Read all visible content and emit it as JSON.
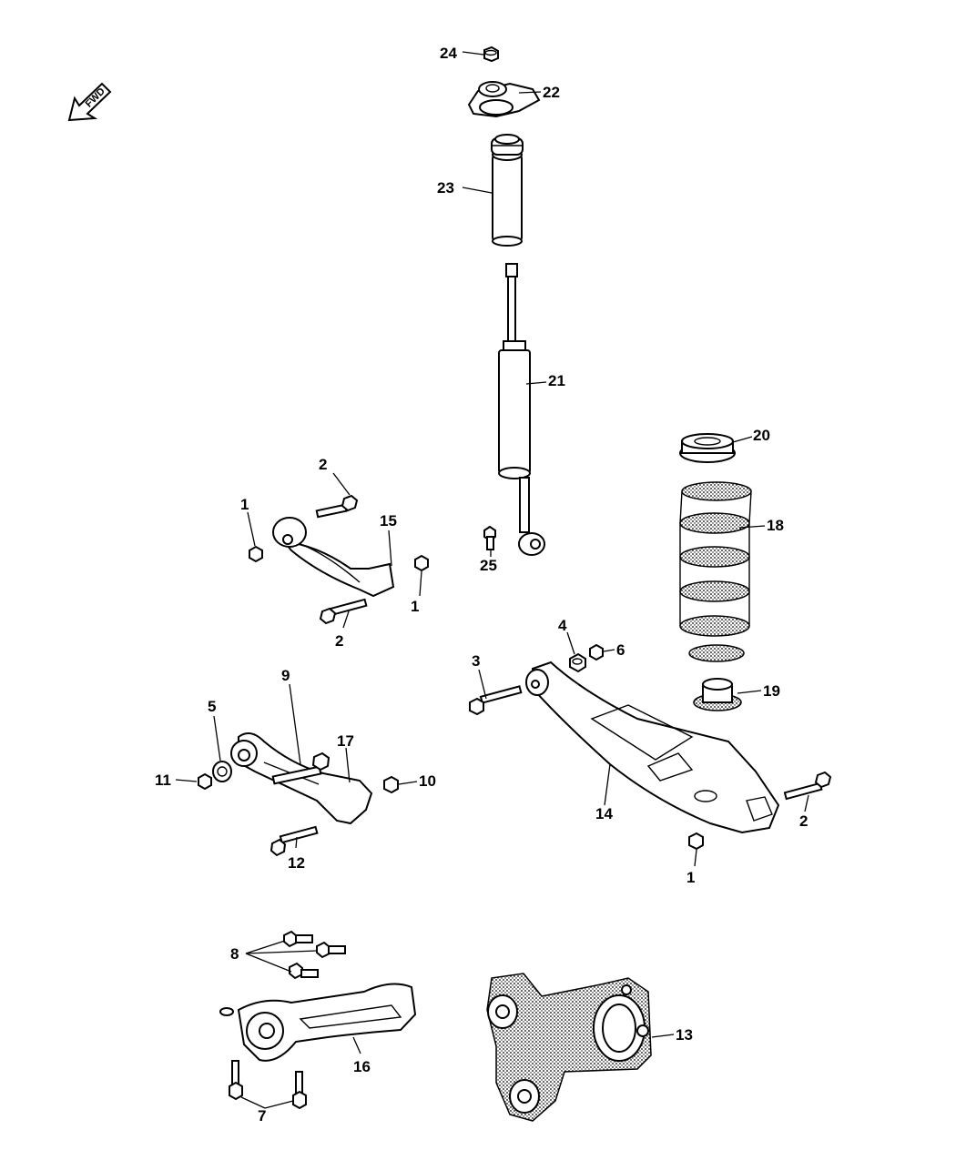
{
  "direction_label": "FWD",
  "callouts": {
    "c1a": "1",
    "c1b": "1",
    "c1c": "1",
    "c2a": "2",
    "c2b": "2",
    "c2c": "2",
    "c3": "3",
    "c4": "4",
    "c5": "5",
    "c6": "6",
    "c7": "7",
    "c8": "8",
    "c9": "9",
    "c10": "10",
    "c11": "11",
    "c12": "12",
    "c13": "13",
    "c14": "14",
    "c15": "15",
    "c16": "16",
    "c17": "17",
    "c18": "18",
    "c19": "19",
    "c20": "20",
    "c21": "21",
    "c22": "22",
    "c23": "23",
    "c24": "24",
    "c25": "25"
  }
}
